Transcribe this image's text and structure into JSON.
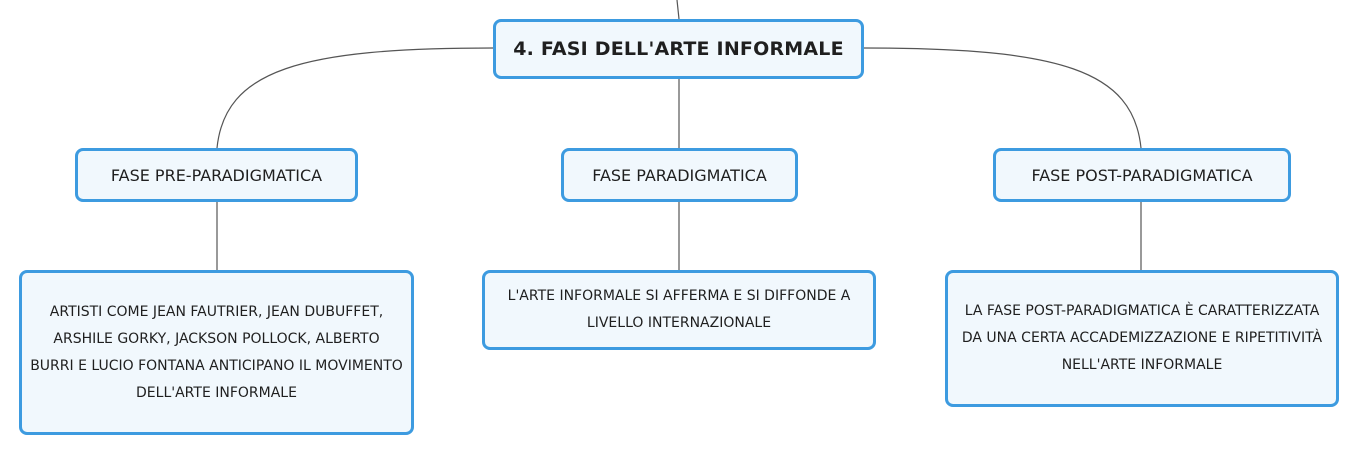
{
  "mindmap": {
    "root": {
      "label": "4. FASI DELL'ARTE INFORMALE"
    },
    "phases": [
      {
        "label": "FASE PRE-PARADIGMATICA",
        "description": "ARTISTI COME JEAN FAUTRIER, JEAN DUBUFFET, ARSHILE GORKY, JACKSON POLLOCK, ALBERTO BURRI E LUCIO FONTANA ANTICIPANO IL MOVIMENTO DELL'ARTE INFORMALE"
      },
      {
        "label": "FASE PARADIGMATICA",
        "description": "L'ARTE INFORMALE SI AFFERMA E SI DIFFONDE A LIVELLO INTERNAZIONALE"
      },
      {
        "label": "FASE POST-PARADIGMATICA",
        "description": "LA FASE POST-PARADIGMATICA È CARATTERIZZATA DA UNA CERTA ACCADEMIZZAZIONE E RIPETITIVITÀ NELL'ARTE INFORMALE"
      }
    ]
  },
  "colors": {
    "node_border": "#3d9be0",
    "node_fill": "#f1f8fd",
    "connector": "#555555",
    "text": "#1f1f1f"
  }
}
